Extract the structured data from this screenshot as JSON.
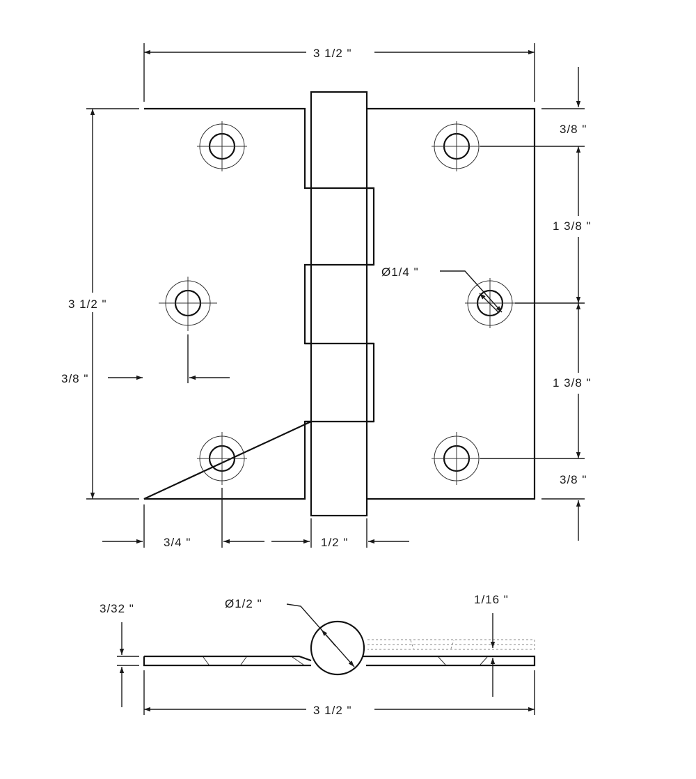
{
  "front_view": {
    "overall_width": "3 1/2 \"",
    "overall_height": "3 1/2 \"",
    "top_margin": "3/8 \"",
    "hole_spacing_upper": "1 3/8 \"",
    "hole_spacing_lower": "1 3/8 \"",
    "bottom_margin": "3/8 \"",
    "hole_diameter": "Ø1/4 \"",
    "side_margin": "3/8 \"",
    "leaf_offset": "3/4 \"",
    "knuckle_width": "1/2 \""
  },
  "side_view": {
    "thickness": "3/32 \"",
    "pin_diameter": "Ø1/2 \"",
    "gap": "1/16 \"",
    "overall_width": "3 1/2 \""
  }
}
